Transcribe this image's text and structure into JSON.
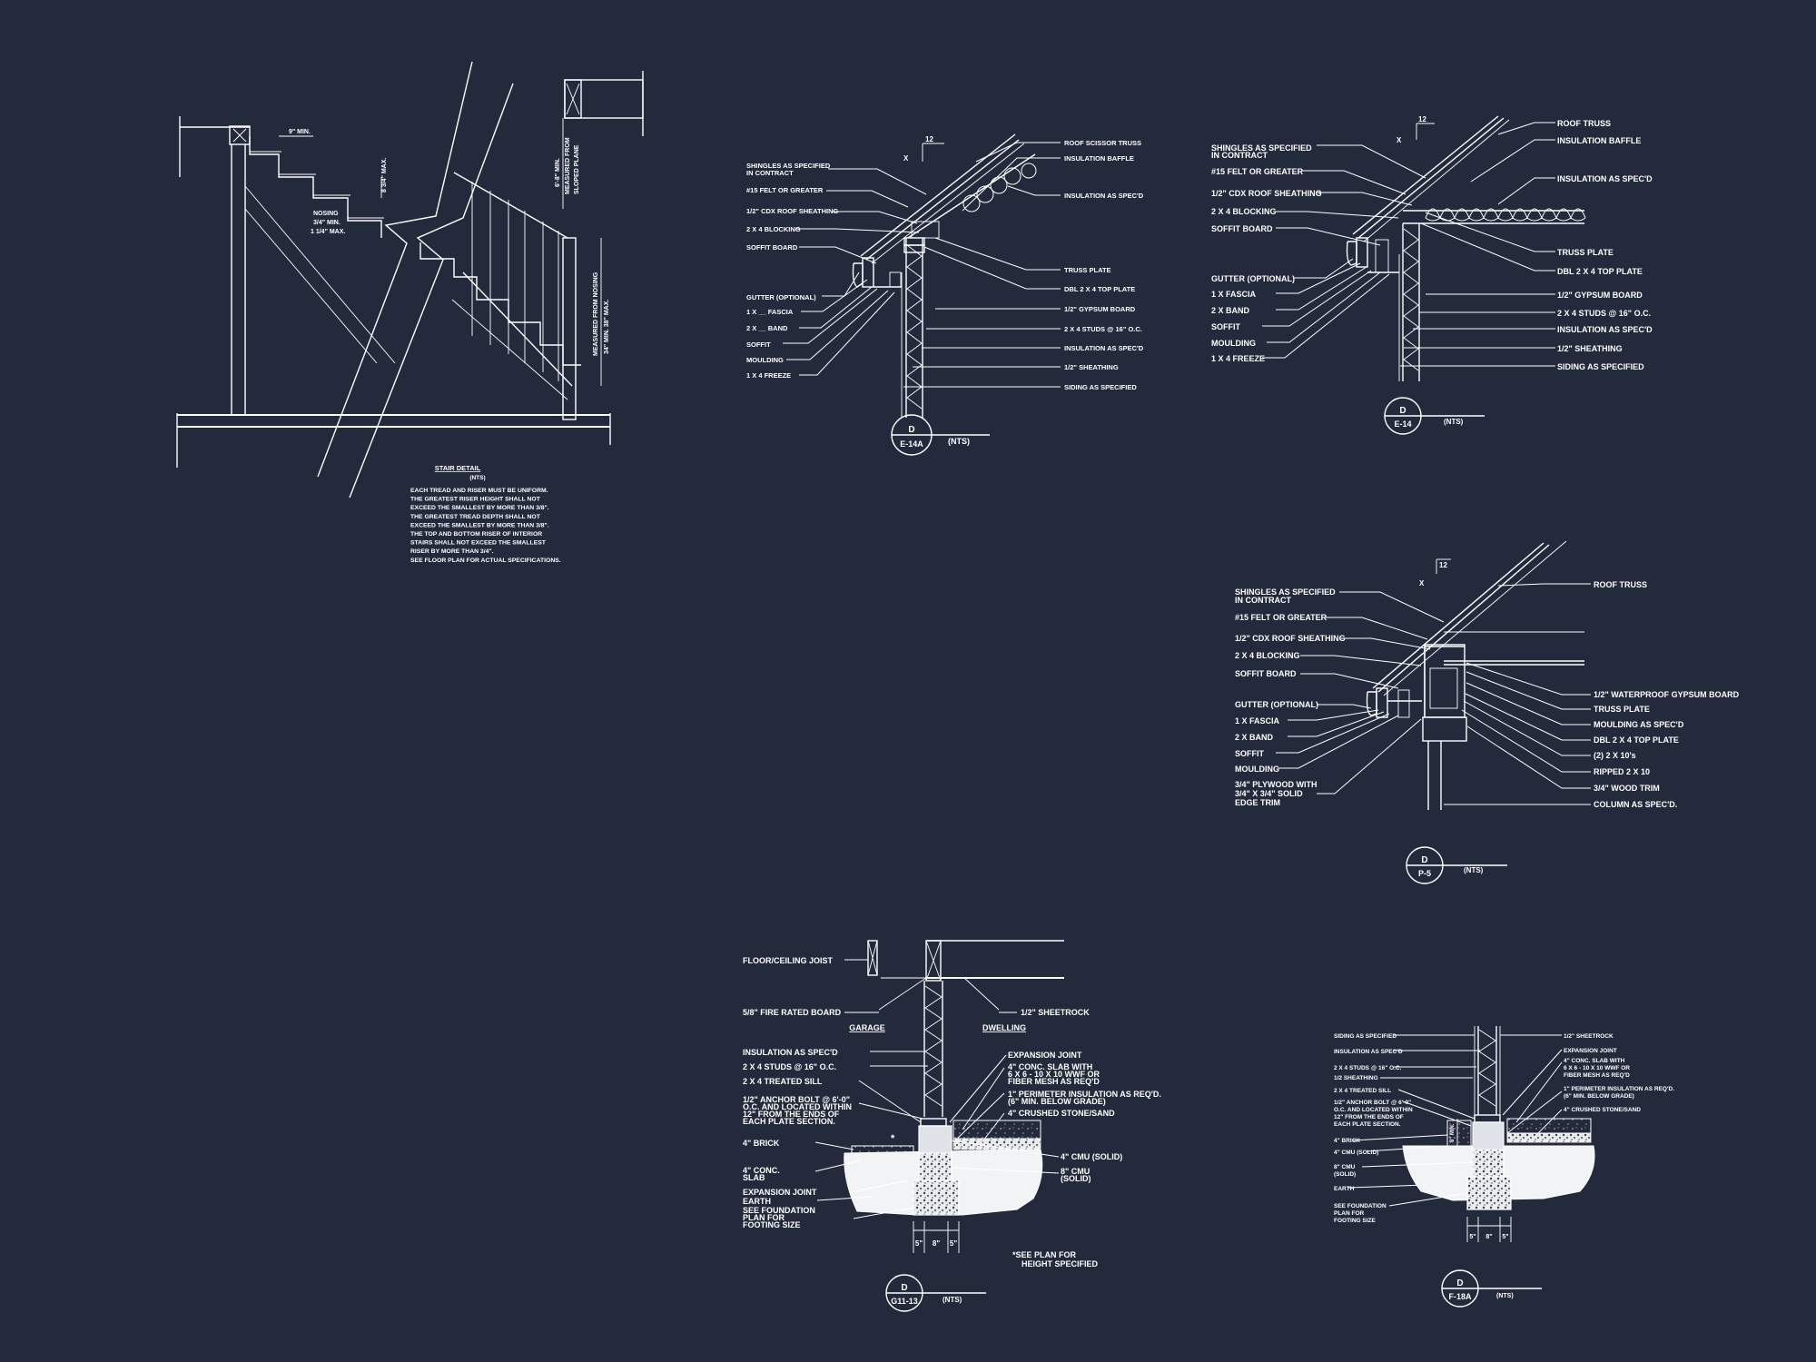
{
  "colors": {
    "background": "#232a3b",
    "linework": "#ffffff"
  },
  "stair": {
    "labels": {
      "min9": "9\" MIN.",
      "max8": "8 3/4\" MAX.",
      "nosing1": "NOSING",
      "nosing2": "3/4\" MIN.",
      "nosing3": "1 1/4\" MAX.",
      "headroom1": "6'-8\" MIN.",
      "headroom2": "MEASURED FROM",
      "headroom3": "SLOPED PLANE",
      "rail1": "MEASURED FROM NOSING",
      "rail2": "34\" MIN. 38\" MAX."
    },
    "title": "STAIR DETAIL",
    "scale": "(NTS)",
    "notes": [
      "EACH TREAD AND RISER MUST BE UNIFORM.",
      "THE GREATEST RISER HEIGHT SHALL NOT",
      "EXCEED THE SMALLEST BY MORE THAN 3/8\".",
      "THE GREATEST TREAD DEPTH SHALL NOT",
      "EXCEED THE SMALLEST BY MORE THAN 3/8\".",
      "THE TOP AND BOTTOM RISER OF INTERIOR",
      "STAIRS SHALL NOT EXCEED THE SMALLEST",
      "RISER BY MORE THAN 3/4\".",
      "SEE FLOOR PLAN FOR ACTUAL SPECIFICATIONS."
    ]
  },
  "e14a": {
    "pitch": "12",
    "pitch_x": "X",
    "left": [
      "SHINGLES AS SPECIFIED",
      "IN CONTRACT",
      "#15 FELT OR GREATER",
      "1/2\" CDX ROOF SHEATHING",
      "2 X 4 BLOCKING",
      "SOFFIT  BOARD",
      "GUTTER (OPTIONAL)",
      "1 X __ FASCIA",
      "2 X __ BAND",
      "SOFFIT",
      "MOULDING",
      "1 X 4 FREEZE"
    ],
    "right": [
      "ROOF SCISSOR TRUSS",
      "INSULATION BAFFLE",
      "INSULATION AS SPEC'D",
      "TRUSS PLATE",
      "DBL 2 X 4 TOP PLATE",
      "1/2\" GYPSUM BOARD",
      "2 X 4 STUDS @ 16\" O.C.",
      "INSULATION AS SPEC'D",
      "1/2\" SHEATHING",
      "SIDING AS SPECIFIED"
    ],
    "tag_top": "D",
    "tag_bottom": "E-14A",
    "scale": "(NTS)"
  },
  "e14": {
    "pitch": "12",
    "pitch_x": "X",
    "left": [
      "SHINGLES AS SPECIFIED",
      "IN CONTRACT",
      "#15 FELT OR GREATER",
      "1/2\" CDX ROOF SHEATHING",
      "2 X 4 BLOCKING",
      "SOFFIT  BOARD",
      "GUTTER (OPTIONAL)",
      "1 X    FASCIA",
      "2 X    BAND",
      "SOFFIT",
      "MOULDING",
      "1 X 4 FREEZE"
    ],
    "right": [
      "ROOF TRUSS",
      "INSULATION BAFFLE",
      "INSULATION AS SPEC'D",
      "TRUSS PLATE",
      "DBL 2 X 4 TOP PLATE",
      "1/2\" GYPSUM BOARD",
      "2 X 4 STUDS @ 16\" O.C.",
      "INSULATION AS SPEC'D",
      "1/2\" SHEATHING",
      "SIDING AS SPECIFIED"
    ],
    "tag_top": "D",
    "tag_bottom": "E-14",
    "scale": "(NTS)"
  },
  "p5": {
    "pitch": "12",
    "pitch_x": "X",
    "left": [
      "SHINGLES AS SPECIFIED",
      "IN CONTRACT",
      "#15 FELT OR GREATER",
      "1/2\" CDX ROOF SHEATHING",
      "2 X 4 BLOCKING",
      "SOFFIT  BOARD",
      "GUTTER (OPTIONAL)",
      "1 X    FASCIA",
      "2 X    BAND",
      "SOFFIT",
      "MOULDING",
      "3/4\" PLYWOOD WITH",
      "3/4\" X 3/4\" SOLID",
      "EDGE TRIM"
    ],
    "right": [
      "ROOF TRUSS",
      "1/2\" WATERPROOF GYPSUM BOARD",
      "TRUSS PLATE",
      "MOULDING AS SPEC'D",
      "DBL 2 X 4 TOP PLATE",
      "(2) 2 X 10's",
      "RIPPED 2 X 10",
      "3/4\" WOOD TRIM",
      "COLUMN AS SPEC'D."
    ],
    "tag_top": "D",
    "tag_bottom": "P-5",
    "scale": "(NTS)"
  },
  "g11": {
    "left": [
      "FLOOR/CEILING JOIST",
      "5/8\" FIRE RATED BOARD",
      "INSULATION AS SPEC'D",
      "2 X 4 STUDS @ 16\" O.C.",
      "2 X 4 TREATED SILL",
      "1/2\" ANCHOR BOLT @ 6'-0\"",
      "O.C. AND LOCATED WITHIN",
      "12\" FROM THE ENDS OF",
      "EACH PLATE SECTION.",
      "4\" BRICK",
      "4\" CONC.",
      "SLAB",
      "EXPANSION JOINT",
      "EARTH",
      "SEE FOUNDATION",
      "PLAN FOR",
      "FOOTING SIZE"
    ],
    "garage": "GARAGE",
    "dwelling": "DWELLING",
    "right": [
      "1/2\" SHEETROCK",
      "EXPANSION JOINT",
      "4\" CONC. SLAB WITH",
      "6 X 6 - 10 X 10 WWF OR",
      "FIBER MESH AS REQ'D",
      "1\" PERIMETER INSULATION AS REQ'D.",
      "(6\" MIN. BELOW GRADE)",
      "4\" CRUSHED STONE/SAND",
      "4\" CMU (SOLID)",
      "8\" CMU",
      "(SOLID)"
    ],
    "star": "*",
    "footnote1": "*SEE PLAN FOR",
    "footnote2": "HEIGHT SPECIFIED",
    "dims": [
      "5\"",
      "8\"",
      "5\""
    ],
    "tag_top": "D",
    "tag_bottom": "G11-13",
    "scale": "(NTS)"
  },
  "f18a": {
    "left": [
      "SIDING AS SPECIFIED",
      "INSULATION AS SPEC'D",
      "2 X 4 STUDS @ 16\" O.C.",
      "1/2 SHEATHING",
      "2 X 4 TREATED SILL",
      "1/2\" ANCHOR BOLT @ 6'-0\"",
      "O.C. AND LOCATED WITHIN",
      "12\" FROM THE ENDS OF",
      "EACH PLATE SECTION.",
      "4\" BRICK",
      "4\" CMU (SOLID)",
      "8\" CMU",
      "(SOLID)",
      "EARTH",
      "SEE FOUNDATION",
      "PLAN FOR",
      "FOOTING SIZE"
    ],
    "right": [
      "1/2\" SHEETROCK",
      "EXPANSION JOINT",
      "4\" CONC. SLAB WITH",
      "6 X 6 - 10 X 10 WWF OR",
      "FIBER MESH AS REQ'D",
      "1\" PERIMETER INSULATION AS REQ'D.",
      "(6\" MIN. BELOW GRADE)",
      "4\" CRUSHED STONE/SAND"
    ],
    "dim_v": "8\" MIN.",
    "dims": [
      "5\"",
      "8\"",
      "5\""
    ],
    "tag_top": "D",
    "tag_bottom": "F-18A",
    "scale": "(NTS)"
  }
}
